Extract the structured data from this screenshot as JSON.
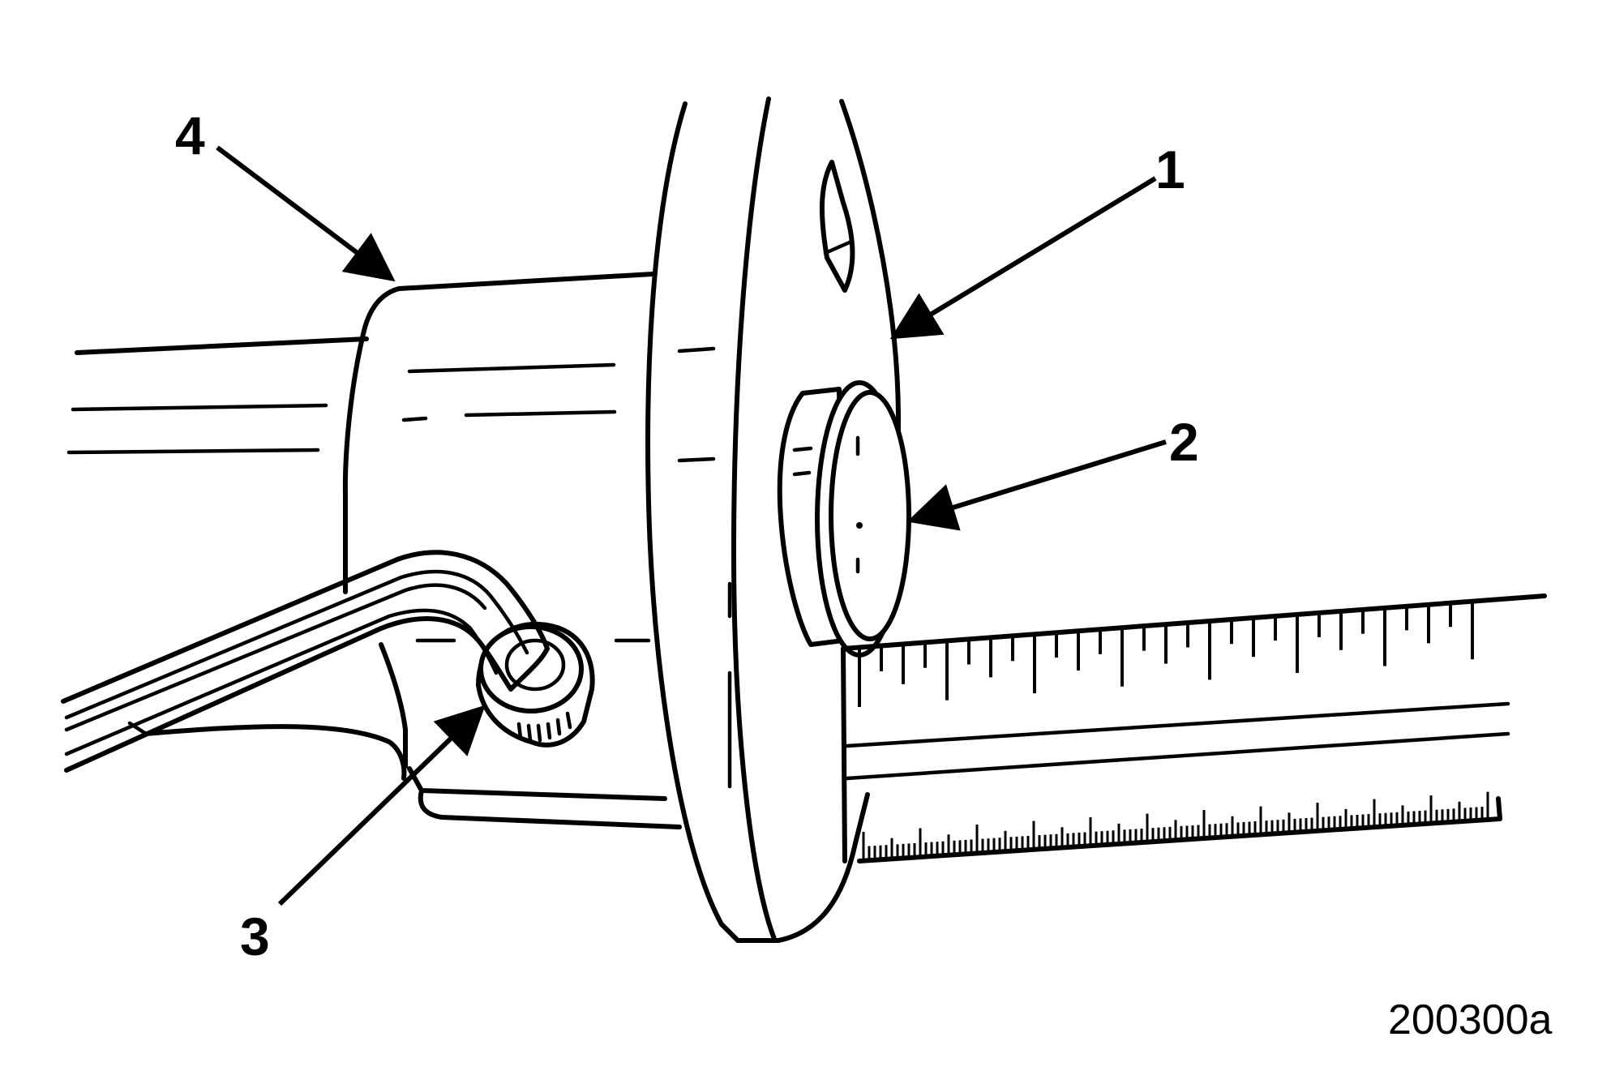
{
  "figure": {
    "callouts": [
      {
        "id": "1",
        "label": "1"
      },
      {
        "id": "2",
        "label": "2"
      },
      {
        "id": "3",
        "label": "3"
      },
      {
        "id": "4",
        "label": "4"
      }
    ],
    "figure_id": "200300a",
    "colors": {
      "ink": "#000000",
      "background": "#ffffff"
    }
  }
}
